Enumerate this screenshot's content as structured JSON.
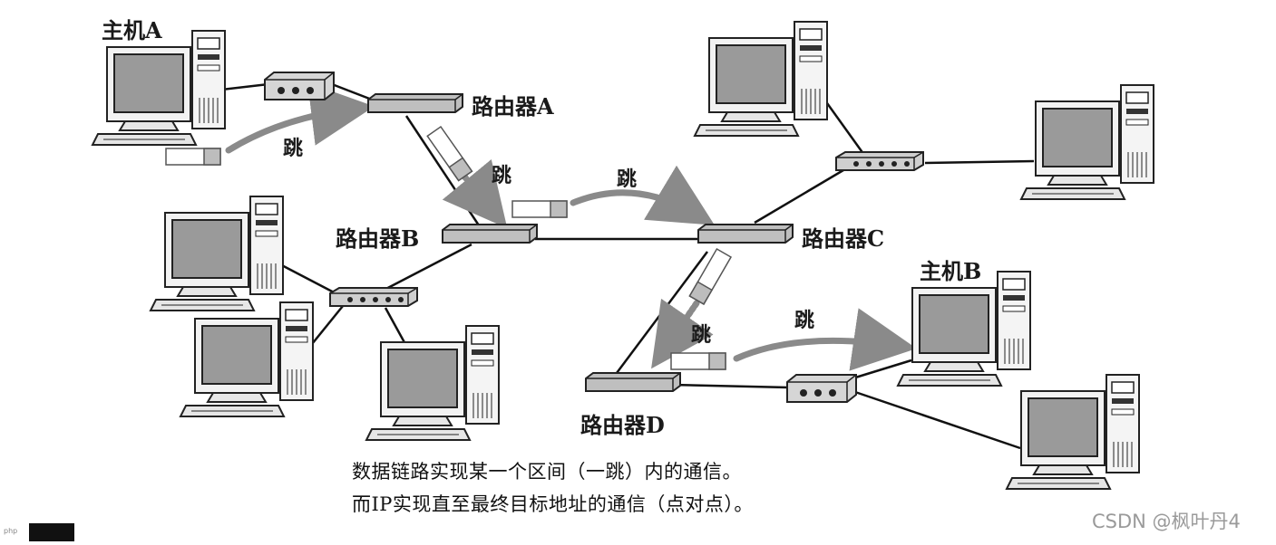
{
  "labels": {
    "host_a": "主机A",
    "host_b": "主机B",
    "router_a": "路由器A",
    "router_b": "路由器B",
    "router_c": "路由器C",
    "router_d": "路由器D",
    "hop": "跳"
  },
  "caption": {
    "line1": "数据链路实现某一个区间（一跳）内的通信。",
    "line2": "而IP实现直至最终目标地址的通信（点对点）。"
  },
  "watermark": "CSDN @枫叶丹4",
  "corner_mark": "php"
}
